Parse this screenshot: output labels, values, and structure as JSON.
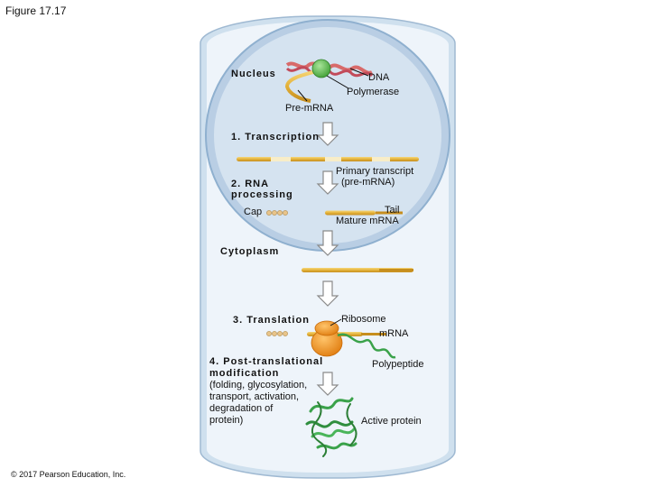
{
  "figure": {
    "title": "Figure 17.17",
    "copyright": "© 2017 Pearson Education, Inc."
  },
  "labels": {
    "nucleus": "Nucleus",
    "dna": "DNA",
    "polymerase": "Polymerase",
    "pre_mrna": "Pre-mRNA",
    "transcription": "1. Transcription",
    "rna_processing_1": "2. RNA",
    "rna_processing_2": "processing",
    "primary_transcript_1": "Primary transcript",
    "primary_transcript_2": "(pre-mRNA)",
    "cap": "Cap",
    "tail": "Tail",
    "mature_mrna": "Mature mRNA",
    "cytoplasm": "Cytoplasm",
    "translation": "3. Translation",
    "ribosome": "Ribosome",
    "mrna": "mRNA",
    "post_translational_1": "4. Post-translational",
    "post_translational_2": "modification",
    "post_translational_3": "(folding, glycosylation,",
    "post_translational_4": "transport, activation,",
    "post_translational_5": "degradation of",
    "post_translational_6": "protein)",
    "polypeptide": "Polypeptide",
    "active_protein": "Active protein"
  },
  "colors": {
    "cell_outer": "#cfe0ee",
    "cell_inner": "#eef4fa",
    "nucleus_fill": "#b9cee4",
    "rna_strand": "#e4b23a",
    "dna_strand": "#d86a6a",
    "polymerase": "#5fbf4f",
    "ribosome": "#f0951e",
    "protein": "#3aa24a"
  }
}
